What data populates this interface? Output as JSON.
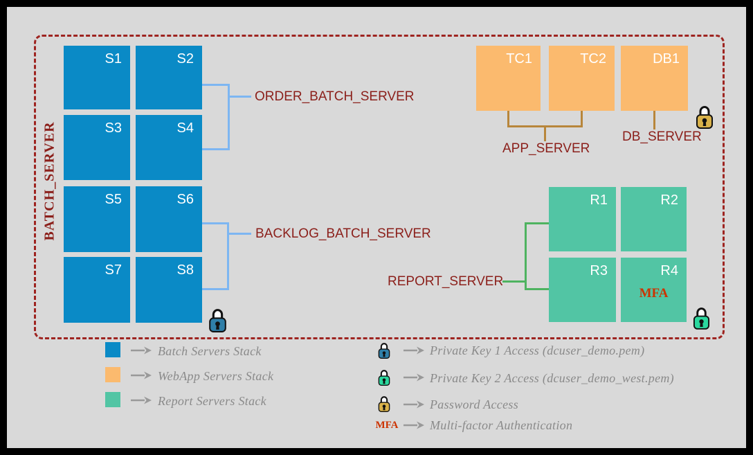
{
  "diagram": {
    "batch": {
      "group_label": "BATCH_SERVER",
      "nodes": [
        "S1",
        "S2",
        "S3",
        "S4",
        "S5",
        "S6",
        "S7",
        "S8"
      ],
      "order_label": "ORDER_BATCH_SERVER",
      "backlog_label": "BACKLOG_BATCH_SERVER"
    },
    "webapp": {
      "nodes": [
        "TC1",
        "TC2",
        "DB1"
      ],
      "app_label": "APP_SERVER",
      "db_label": "DB_SERVER"
    },
    "report": {
      "nodes": [
        "R1",
        "R2",
        "R3",
        "R4"
      ],
      "label": "REPORT_SERVER",
      "mfa_badge": "MFA"
    }
  },
  "legend": {
    "stacks": [
      {
        "name": "batch",
        "label": "Batch Servers Stack",
        "color": "#0a8ac6"
      },
      {
        "name": "webapp",
        "label": "WebApp Servers Stack",
        "color": "#fbba6e"
      },
      {
        "name": "report",
        "label": "Report Servers Stack",
        "color": "#52c5a4"
      }
    ],
    "access": [
      {
        "icon": "padlock-key1-icon",
        "label": "Private Key 1 Access (dcuser_demo.pem)"
      },
      {
        "icon": "padlock-key2-icon",
        "label": "Private Key 2 Access (dcuser_demo_west.pem)"
      },
      {
        "icon": "padlock-password-icon",
        "label": "Password Access"
      },
      {
        "icon": "mfa-badge",
        "badge": "MFA",
        "label": "Multi-factor Authentication"
      }
    ]
  },
  "colors": {
    "background_frame": "#000000",
    "canvas": "#d9d9d9",
    "boundary_dash": "#9e2420",
    "batch_blue": "#0a8ac6",
    "webapp_orange": "#fbba6e",
    "report_green": "#52c5a4",
    "bracket_blue": "#7db6f2",
    "connector_tan": "#b8863b",
    "connector_green": "#4eb360",
    "label_maroon": "#8b1f1a",
    "legend_gray": "#8a8a8a",
    "mfa_red": "#cc3300",
    "lock_blue": "#2f7fa8",
    "lock_green": "#2bd89e",
    "lock_gold": "#d9b24a"
  }
}
